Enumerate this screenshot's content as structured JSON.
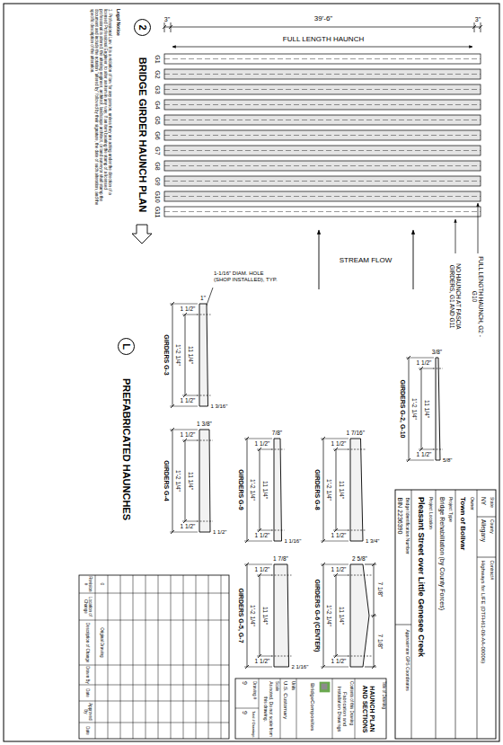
{
  "diagram": {
    "nodes": [
      {
        "text": [
          "2"
        ]
      },
      {
        "text": [
          "L"
        ]
      }
    ],
    "labels": [
      "3\"",
      "39'-6\"",
      "3\"",
      "FULL LENGTH HAUNCH",
      "G1",
      "G2",
      "G3",
      "G4",
      "G5",
      "G6",
      "G7",
      "G8",
      "G9",
      "G10",
      "G11",
      "STREAM FLOW",
      "NO HAUNCH AT FASCIA GIRDERS, G1 AND G11",
      "FULL LENGTH HAUNCH, G2 - G10",
      "Legal Notice",
      "1. Professional Law: It is a violation of law for any person, unless they are acting under the direction of a licensed Professional Engineer, to alter an item in any way. If an item bearing the stamp of a licensed professional is altered, the altering engineer, architect, landscape architect, or land surveyor shall stamp the document and include the notation \"altered by\" followed by their signature, the date of such alteration, and the specific description of the alteration.",
      "BRIDGE GIRDER HAUNCH PLAN",
      "PREFABRICATED HAUNCHES",
      "GIRDERS G-3",
      "1\"",
      "1 1/2\"",
      "1'-2 1/4\"",
      "11 1/4\"",
      "1 1/2\"",
      "1 3/16\"",
      "1-1/16\" DIAM. HOLE (SHOP INSTALLED), TYP.",
      "GIRDERS G-4",
      "1 3/8\"",
      "1 1/2\"",
      "1'-2 1/4\"",
      "11 1/4\"",
      "1 1/2\"",
      "1 1/2\"",
      "GIRDERS G-2, G-10",
      "3/8\"",
      "1 1/2\"",
      "1'-2 1/4\"",
      "11 1/4\"",
      "1 1/2\"",
      "5/8\"",
      "GIRDERS G-9",
      "7/8\"",
      "1 1/2\"",
      "1'-2 1/4\"",
      "11 1/4\"",
      "1 1/2\"",
      "1 1/16\"",
      "GIRDERS G-8",
      "1 7/16\"",
      "1 1/2\"",
      "1'-2 1/4\"",
      "11 1/4\"",
      "1 1/2\"",
      "1 3/4\"",
      "GIRDERS G-5, G-7",
      "1 7/8\"",
      "1 1/2\"",
      "1'-2 1/4\"",
      "11 1/4\"",
      "1 1/2\"",
      "2 1/16\"",
      "GIRDERS G-6 (CENTER)",
      "2 5/8\"",
      "1 1/2\"",
      "1'-2 1/4\"",
      "11 1/4\"",
      "1 1/2\"",
      "7 1/8\"",
      "7 1/8\"",
      "State",
      "NY",
      "County",
      "Allegany",
      "Contract#",
      "Highways for LIFE (DTFH61-09-AA-00006)",
      "Owner",
      "Town of Bolivar",
      "Project Type",
      "Bridge Rehabilitation (by County Forces)",
      "Project Location",
      "Pleasant Street over Little Genesee Creek",
      "Bridge Identification Number",
      "BIN 2236390",
      "Approximate GPS Coordinates",
      "Revision #",
      "Location of Change",
      "Description of Change",
      "Drawn By",
      "Date",
      "Approved By",
      "Date",
      "0",
      "Original Drawing",
      "Title of Drawing",
      "HAUNCH PLAN AND SECTIONS",
      "Contents of this Drawing",
      "Fabrication and Installation Drawings",
      "BridgeComposites",
      "Units",
      "U.S. Customary",
      "Scale",
      "As noted. Do not scale from this drawing.",
      "Drawing #",
      "9",
      "Total # Drawings",
      "9"
    ]
  }
}
